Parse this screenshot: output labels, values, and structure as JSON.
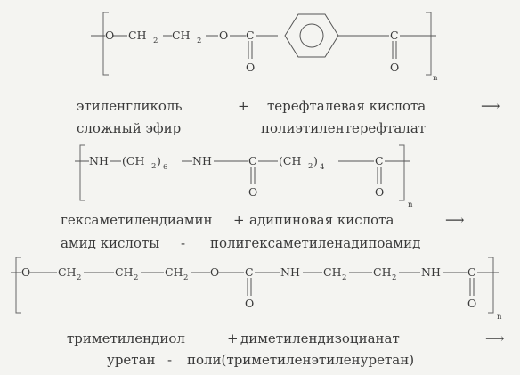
{
  "polymer1": {
    "fragments": [
      "O",
      "CH",
      "2",
      "CH",
      "2",
      "O",
      "C",
      "O",
      "C",
      "O",
      "n"
    ],
    "reaction": {
      "reactant_a": "этиленгликоль",
      "plus": "+",
      "reactant_b": "терефталевая кислота",
      "arrow": "⟶"
    },
    "classification": {
      "bond": "сложный эфир",
      "polymer": "полиэтилентерефталат"
    }
  },
  "polymer2": {
    "fragments": [
      "NH",
      "(CH",
      "2",
      ")",
      "6",
      "NH",
      "C",
      "O",
      "(CH",
      "2",
      ")",
      "4",
      "C",
      "O",
      "n"
    ],
    "reaction": {
      "reactant_a": "гексаметилендиамин",
      "plus": "+",
      "reactant_b": "адипиновая кислота",
      "arrow": "⟶"
    },
    "classification": {
      "bond": "амид кислоты",
      "dash": "-",
      "polymer": "полигексаметиленадипоамид"
    }
  },
  "polymer3": {
    "fragments": [
      "O",
      "CH",
      "2",
      "CH",
      "2",
      "CH",
      "2",
      "O",
      "C",
      "O",
      "NH",
      "CH",
      "2",
      "CH",
      "2",
      "NH",
      "C",
      "O",
      "n"
    ],
    "reaction": {
      "reactant_a": "триметилендиол",
      "plus": "+",
      "reactant_b": "диметилендизоцианат",
      "arrow": "⟶"
    },
    "classification": {
      "bond": "уретан",
      "dash": "-",
      "polymer": "поли(триметиленэтиленуретан)"
    }
  }
}
